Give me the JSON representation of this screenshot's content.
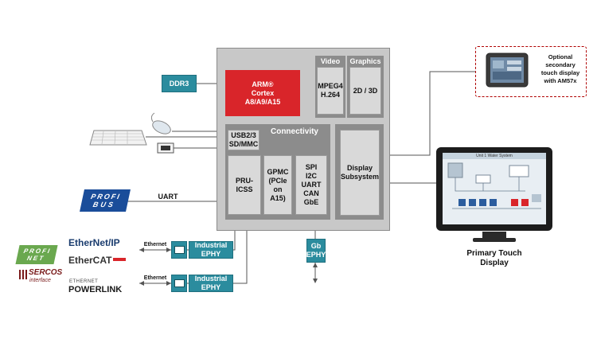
{
  "soc": {
    "cpu": {
      "line1": "ARM®",
      "line2": "Cortex",
      "line3": "A8/A9/A15"
    },
    "video": {
      "title": "Video",
      "line1": "MPEG4",
      "line2": "H.264"
    },
    "graphics": {
      "title": "Graphics",
      "line1": "2D / 3D"
    },
    "connectivity": {
      "title": "Connectivity"
    },
    "usb": {
      "line1": "USB2/3",
      "line2": "SD/MMC"
    },
    "pru": {
      "label": "PRU-ICSS"
    },
    "gpmc": {
      "line1": "GPMC",
      "line2": "(PCIe on",
      "line3": "A15)"
    },
    "serial": {
      "line1": "SPI",
      "line2": "I2C",
      "line3": "UART",
      "line4": "CAN",
      "line5": "GbE"
    },
    "display": {
      "line1": "Display",
      "line2": "Subsystem"
    }
  },
  "ddr3": {
    "label": "DDR3"
  },
  "gb_ephy": {
    "line1": "Gb",
    "line2": "EPHY"
  },
  "ephy1": {
    "line1": "Industrial",
    "line2": "EPHY"
  },
  "ephy2": {
    "line1": "Industrial",
    "line2": "EPHY"
  },
  "uart_label": "UART",
  "ethernet_label_1": "Ethernet",
  "ethernet_label_2": "Ethernet",
  "profibus": {
    "line1": "PROFI",
    "line2": "BUS"
  },
  "protocols": {
    "ethernet_ip": "EtherNet/IP",
    "ethercat": "EtherCAT",
    "profinet_line1": "PROFI",
    "profinet_line2": "NET",
    "sercos_line1": "SERCOS",
    "sercos_line2": "interface",
    "powerlink_small": "ETHERNET",
    "powerlink": "POWERLINK"
  },
  "secondary_display": {
    "line1": "Optional",
    "line2": "secondary",
    "line3": "touch display",
    "line4": "with AM57x"
  },
  "primary_display": {
    "line1": "Primary Touch",
    "line2": "Display"
  },
  "screen_title": "Unit 1 Water System",
  "colors": {
    "teal": "#2b8c9e",
    "red": "#d9252a",
    "chip_grey": "#c8c8c8",
    "block_grey": "#8c8c8c",
    "profibus_blue": "#1a4d9a",
    "profinet_green": "#6aa84f"
  }
}
